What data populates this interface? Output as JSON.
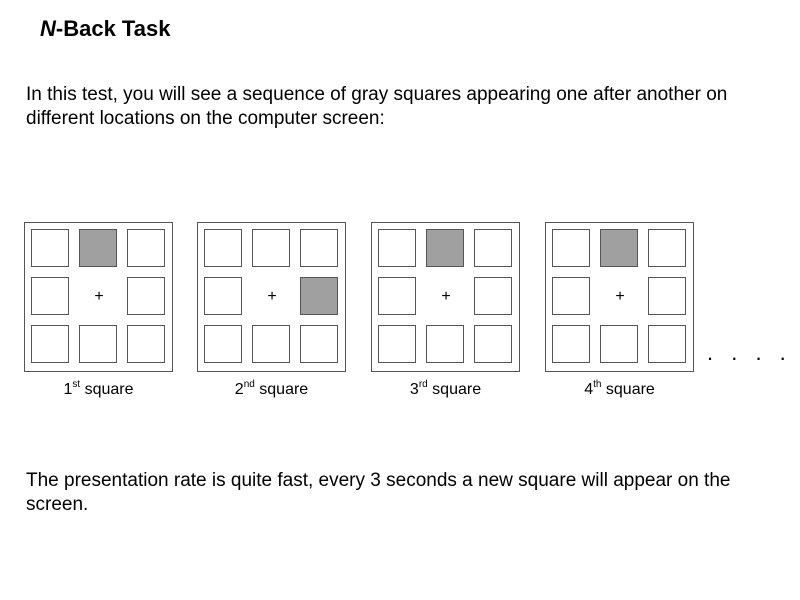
{
  "title": {
    "emph": "N",
    "rest": "-Back Task"
  },
  "intro_text": "In this test, you will see a sequence of gray squares appearing one after another on different locations on the computer screen:",
  "fixation": "+",
  "panels": [
    {
      "ordinal": "1",
      "suffix": "st",
      "word": "square",
      "highlight": "top-center"
    },
    {
      "ordinal": "2",
      "suffix": "nd",
      "word": "square",
      "highlight": "middle-right"
    },
    {
      "ordinal": "3",
      "suffix": "rd",
      "word": "square",
      "highlight": "top-center"
    },
    {
      "ordinal": "4",
      "suffix": "th",
      "word": "square",
      "highlight": "top-center"
    }
  ],
  "ellipsis": ". . . .",
  "rate_text": "The presentation rate is quite fast, every 3 seconds a new square will appear on the screen.",
  "colors": {
    "square_fill": "#a0a0a0",
    "border": "#555555"
  }
}
